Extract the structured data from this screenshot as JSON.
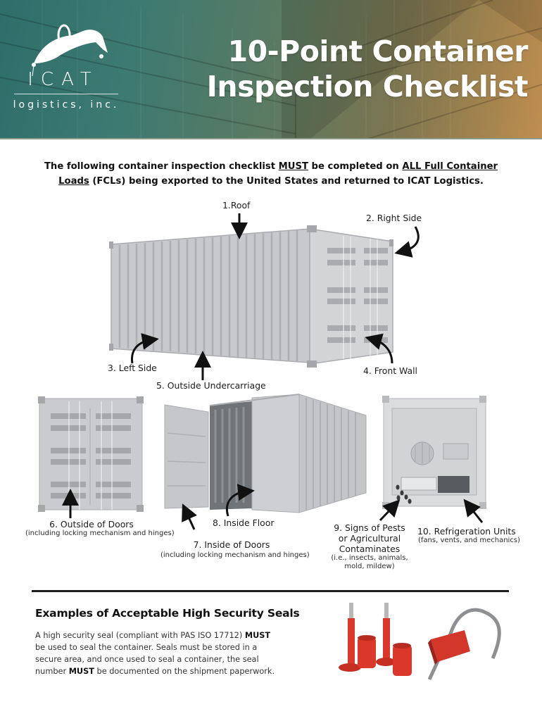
{
  "header": {
    "logo": {
      "name": "ICAT",
      "subtitle": "logistics, inc.",
      "icon": "leaping-cat-logo-icon"
    },
    "title_line1": "10-Point Container",
    "title_line2": "Inspection Checklist"
  },
  "intro": {
    "part1": "The following container inspection checklist ",
    "must": "MUST",
    "part2": " be completed on ",
    "all_full_container_loads": "ALL Full Container Loads",
    "part3": " (FCLs) being exported to the United States and returned to ICAT Logistics."
  },
  "checkpoints": [
    {
      "label": "1.Roof"
    },
    {
      "label": "2. Right Side"
    },
    {
      "label": "3. Left Side"
    },
    {
      "label": "4. Front Wall"
    },
    {
      "label": "5. Outside Undercarriage"
    },
    {
      "label": "6. Outside of Doors",
      "note": "(including locking mechanism and hinges)"
    },
    {
      "label": "7. Inside of Doors",
      "note": "(including locking mechanism and hinges)"
    },
    {
      "label": "8. Inside Floor"
    },
    {
      "label_lines": [
        "9. Signs of Pests",
        "or Agricultural",
        "Contaminates"
      ],
      "note_lines": [
        "(i.e., insects, animals,",
        "mold, mildew)"
      ]
    },
    {
      "label": "10. Refrigeration Units",
      "note": "(fans, vents, and mechanics)"
    }
  ],
  "seals": {
    "heading": "Examples of Acceptable High Security Seals",
    "body_part1": "A high security seal (compliant with PAS ISO 17712) ",
    "must1": "MUST",
    "body_part2": " be used to seal the container. Seals must be stored in a secure area, and once used to seal a container, the seal number ",
    "must2": "MUST",
    "body_part3": " be documented on the shipment paperwork.",
    "images": [
      "bolt-seal-pair",
      "cable-seal"
    ]
  },
  "colors": {
    "banner_teal": "#2e6e6a",
    "banner_orange": "#c08e50",
    "container_gray": "#c9cbce",
    "seal_red": "#d9382a"
  }
}
